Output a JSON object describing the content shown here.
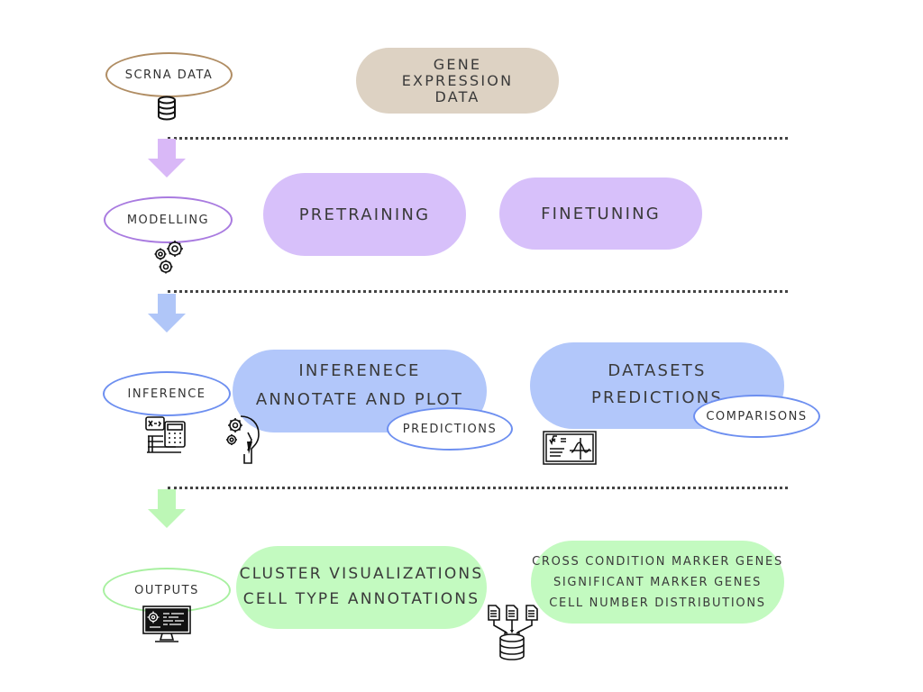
{
  "stages": {
    "scrna": {
      "label": "SCRNA DATA",
      "color": "#b08d63"
    },
    "modelling": {
      "label": "MODELLING",
      "color": "#a97be0"
    },
    "inference": {
      "label": "INFERENCE",
      "color": "#6d8ff0"
    },
    "outputs": {
      "label": "OUTPUTS",
      "color": "#a8f0a0"
    }
  },
  "boxes": {
    "gene_expression": {
      "lines": [
        "GENE",
        "EXPRESSION",
        "DATA"
      ],
      "color": "#ddd2c3"
    },
    "pretraining": {
      "label": "PRETRAINING",
      "color": "#d7c0fa"
    },
    "finetuning": {
      "label": "FINETUNING",
      "color": "#d7c0fa"
    },
    "inference_box": {
      "lines": [
        "INFERENECE",
        "ANNOTATE AND PLOT"
      ],
      "color": "#b2c7fa",
      "tag": "PREDICTIONS"
    },
    "datasets_box": {
      "lines": [
        "DATASETS",
        "PREDICTIONS"
      ],
      "color": "#b2c7fa",
      "tag": "COMPARISONS"
    },
    "cluster_box": {
      "lines": [
        "CLUSTER VISUALIZATIONS",
        "CELL TYPE ANNOTATIONS"
      ],
      "color": "#c3fac0"
    },
    "marker_box": {
      "lines": [
        "CROSS CONDITION MARKER GENES",
        "SIGNIFICANT MARKER GENES",
        "CELL NUMBER DISTRIBUTIONS"
      ],
      "color": "#c3fac0"
    }
  },
  "arrows": {
    "modelling": "#d9b8f7",
    "inference": "#b0c6f8",
    "outputs": "#bdf7b6"
  },
  "icons": [
    "database-icon",
    "gears-icon",
    "calculator-icon",
    "brain-gear-icon",
    "chalkboard-icon",
    "monitor-icon",
    "documents-database-icon"
  ]
}
